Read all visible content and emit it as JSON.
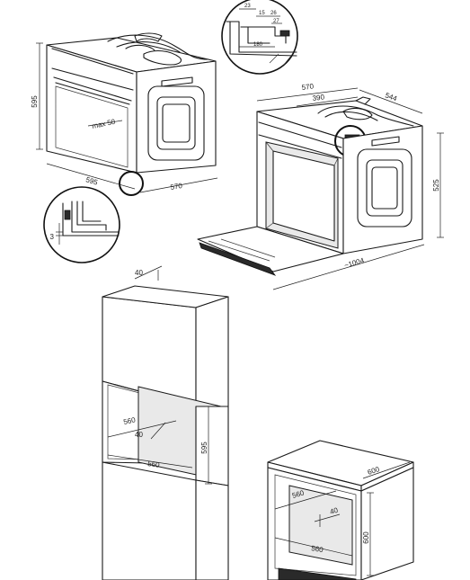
{
  "oven_side_view": {
    "height": "595",
    "width": "595",
    "depth": "570",
    "door_gap": "max 50"
  },
  "detail_front_foot": {
    "gap": "3"
  },
  "detail_top_rear": {
    "dim_23": "23",
    "dim_15": "15",
    "dim_26": "26",
    "dim_27": "27",
    "dim_180": "180"
  },
  "oven_open_view": {
    "depth": "570",
    "rear_depth": "390",
    "body_depth": "544",
    "height": "525",
    "open_depth": "~1004"
  },
  "tall_cabinet": {
    "top_gap": "40",
    "niche_depth": "560",
    "rear_gap": "40",
    "niche_width": "560",
    "niche_height": "595"
  },
  "under_counter": {
    "counter_depth": "600",
    "niche_depth": "560",
    "rear_gap": "40",
    "niche_width": "560",
    "niche_height": "600"
  }
}
